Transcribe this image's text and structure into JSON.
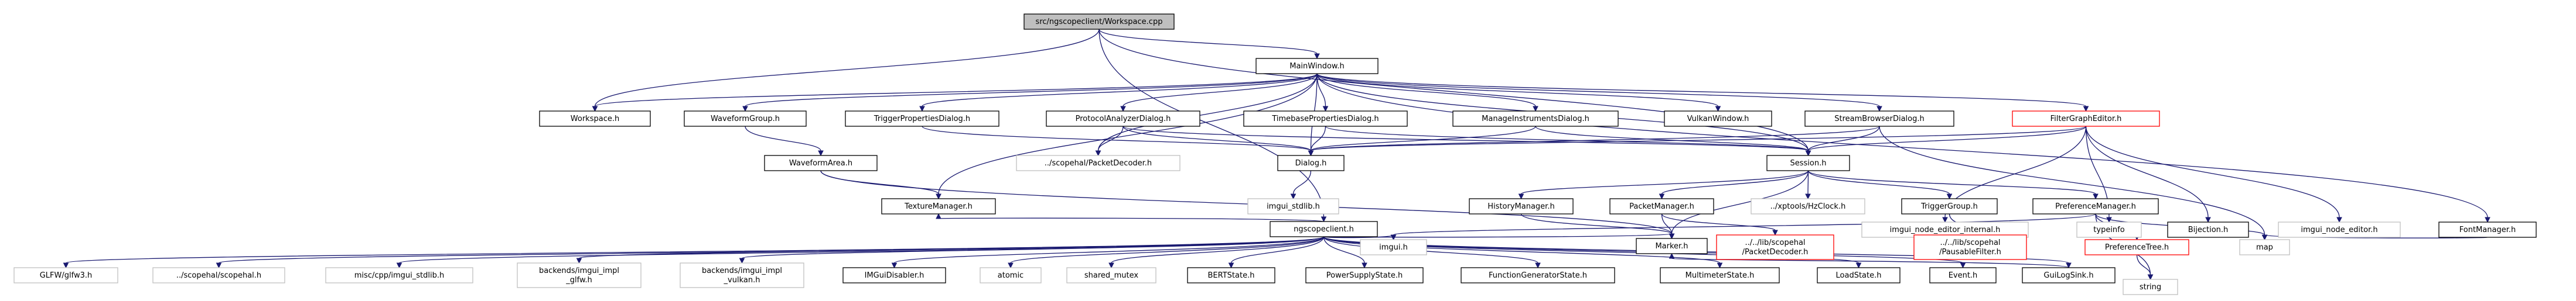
{
  "colors": {
    "root_fill": "#bfbfbf",
    "node_fill": "#ffffff",
    "documented_border": "#000000",
    "external_border": "#bfbfbf",
    "missing_border": "#ff0000",
    "edge": "#191970"
  },
  "nodes": [
    {
      "id": "root",
      "lines": [
        "src/ngscopeclient/Workspace.cpp"
      ],
      "kind": "root"
    },
    {
      "id": "mainwindow",
      "lines": [
        "MainWindow.h"
      ],
      "kind": "documented"
    },
    {
      "id": "ngscopeclient",
      "lines": [
        "ngscopeclient.h"
      ],
      "kind": "documented"
    },
    {
      "id": "workspace_h",
      "lines": [
        "Workspace.h"
      ],
      "kind": "documented"
    },
    {
      "id": "waveformgroup",
      "lines": [
        "WaveformGroup.h"
      ],
      "kind": "documented"
    },
    {
      "id": "triggerprops",
      "lines": [
        "TriggerPropertiesDialog.h"
      ],
      "kind": "documented"
    },
    {
      "id": "protocolanalyzer",
      "lines": [
        "ProtocolAnalyzerDialog.h"
      ],
      "kind": "documented"
    },
    {
      "id": "timebaseprops",
      "lines": [
        "TimebasePropertiesDialog.h"
      ],
      "kind": "documented"
    },
    {
      "id": "manageinstruments",
      "lines": [
        "ManageInstrumentsDialog.h"
      ],
      "kind": "documented"
    },
    {
      "id": "vulkanwindow",
      "lines": [
        "VulkanWindow.h"
      ],
      "kind": "documented"
    },
    {
      "id": "streambrowser",
      "lines": [
        "StreamBrowserDialog.h"
      ],
      "kind": "documented"
    },
    {
      "id": "filtergrapheditor",
      "lines": [
        "FilterGraphEditor.h"
      ],
      "kind": "missing"
    },
    {
      "id": "waveformarea",
      "lines": [
        "WaveformArea.h"
      ],
      "kind": "documented"
    },
    {
      "id": "packetdecoder_scopehal",
      "lines": [
        "../scopehal/PacketDecoder.h"
      ],
      "kind": "external"
    },
    {
      "id": "dialog",
      "lines": [
        "Dialog.h"
      ],
      "kind": "documented"
    },
    {
      "id": "session",
      "lines": [
        "Session.h"
      ],
      "kind": "documented"
    },
    {
      "id": "imgui_node_editor_internal",
      "lines": [
        "imgui_node_editor_internal.h"
      ],
      "kind": "external"
    },
    {
      "id": "typeinfo",
      "lines": [
        "typeinfo"
      ],
      "kind": "external"
    },
    {
      "id": "bijection",
      "lines": [
        "Bijection.h"
      ],
      "kind": "documented"
    },
    {
      "id": "imgui_node_editor",
      "lines": [
        "imgui_node_editor.h"
      ],
      "kind": "external"
    },
    {
      "id": "fontmanager",
      "lines": [
        "FontManager.h"
      ],
      "kind": "documented"
    },
    {
      "id": "glfw",
      "lines": [
        "GLFW/glfw3.h"
      ],
      "kind": "external"
    },
    {
      "id": "scopehal_h",
      "lines": [
        "../scopehal/scopehal.h"
      ],
      "kind": "external"
    },
    {
      "id": "imgui_stdlib_misc",
      "lines": [
        "misc/cpp/imgui_stdlib.h"
      ],
      "kind": "external"
    },
    {
      "id": "imgui_impl_glfw",
      "lines": [
        "backends/imgui_impl",
        "_glfw.h"
      ],
      "kind": "external"
    },
    {
      "id": "imgui_impl_vulkan",
      "lines": [
        "backends/imgui_impl",
        "_vulkan.h"
      ],
      "kind": "external"
    },
    {
      "id": "imguidisabler",
      "lines": [
        "IMGuiDisabler.h"
      ],
      "kind": "documented"
    },
    {
      "id": "atomic",
      "lines": [
        "atomic"
      ],
      "kind": "external"
    },
    {
      "id": "shared_mutex",
      "lines": [
        "shared_mutex"
      ],
      "kind": "external"
    },
    {
      "id": "bertstate",
      "lines": [
        "BERTState.h"
      ],
      "kind": "documented"
    },
    {
      "id": "powersupplystate",
      "lines": [
        "PowerSupplyState.h"
      ],
      "kind": "documented"
    },
    {
      "id": "functiongenstate",
      "lines": [
        "FunctionGeneratorState.h"
      ],
      "kind": "documented"
    },
    {
      "id": "multimeterstate",
      "lines": [
        "MultimeterState.h"
      ],
      "kind": "documented"
    },
    {
      "id": "loadstate",
      "lines": [
        "LoadState.h"
      ],
      "kind": "documented"
    },
    {
      "id": "event",
      "lines": [
        "Event.h"
      ],
      "kind": "documented"
    },
    {
      "id": "guilogsink",
      "lines": [
        "GuiLogSink.h"
      ],
      "kind": "documented"
    },
    {
      "id": "texturemanager",
      "lines": [
        "TextureManager.h"
      ],
      "kind": "documented"
    },
    {
      "id": "imgui_stdlib",
      "lines": [
        "imgui_stdlib.h"
      ],
      "kind": "external"
    },
    {
      "id": "historymanager",
      "lines": [
        "HistoryManager.h"
      ],
      "kind": "documented"
    },
    {
      "id": "packetmanager",
      "lines": [
        "PacketManager.h"
      ],
      "kind": "documented"
    },
    {
      "id": "hzclock",
      "lines": [
        "../xptools/HzClock.h"
      ],
      "kind": "external"
    },
    {
      "id": "triggergroup",
      "lines": [
        "TriggerGroup.h"
      ],
      "kind": "documented"
    },
    {
      "id": "preferencemanager",
      "lines": [
        "PreferenceManager.h"
      ],
      "kind": "documented"
    },
    {
      "id": "imgui_h",
      "lines": [
        "imgui.h"
      ],
      "kind": "external"
    },
    {
      "id": "marker",
      "lines": [
        "Marker.h"
      ],
      "kind": "documented"
    },
    {
      "id": "packetdecoder_lib",
      "lines": [
        "../../lib/scopehal",
        "/PacketDecoder.h"
      ],
      "kind": "missing"
    },
    {
      "id": "pausablefilter",
      "lines": [
        "../../lib/scopehal",
        "/PausableFilter.h"
      ],
      "kind": "missing"
    },
    {
      "id": "preferencetree",
      "lines": [
        "PreferenceTree.h"
      ],
      "kind": "missing"
    },
    {
      "id": "map",
      "lines": [
        "map"
      ],
      "kind": "external"
    },
    {
      "id": "string",
      "lines": [
        "string"
      ],
      "kind": "external"
    }
  ],
  "edges": [
    [
      "root",
      "mainwindow"
    ],
    [
      "root",
      "ngscopeclient"
    ],
    [
      "root",
      "workspace_h"
    ],
    [
      "root",
      "session"
    ],
    [
      "mainwindow",
      "workspace_h"
    ],
    [
      "mainwindow",
      "waveformgroup"
    ],
    [
      "mainwindow",
      "triggerprops"
    ],
    [
      "mainwindow",
      "protocolanalyzer"
    ],
    [
      "mainwindow",
      "timebaseprops"
    ],
    [
      "mainwindow",
      "manageinstruments"
    ],
    [
      "mainwindow",
      "vulkanwindow"
    ],
    [
      "mainwindow",
      "streambrowser"
    ],
    [
      "mainwindow",
      "filtergrapheditor"
    ],
    [
      "mainwindow",
      "fontmanager"
    ],
    [
      "mainwindow",
      "dialog"
    ],
    [
      "mainwindow",
      "session"
    ],
    [
      "mainwindow",
      "texturemanager"
    ],
    [
      "mainwindow",
      "packetdecoder_scopehal"
    ],
    [
      "waveformgroup",
      "waveformarea"
    ],
    [
      "waveformarea",
      "texturemanager"
    ],
    [
      "waveformarea",
      "marker"
    ],
    [
      "triggerprops",
      "dialog"
    ],
    [
      "protocolanalyzer",
      "dialog"
    ],
    [
      "protocolanalyzer",
      "packetdecoder_scopehal"
    ],
    [
      "protocolanalyzer",
      "session"
    ],
    [
      "timebaseprops",
      "dialog"
    ],
    [
      "timebaseprops",
      "session"
    ],
    [
      "manageinstruments",
      "dialog"
    ],
    [
      "manageinstruments",
      "session"
    ],
    [
      "streambrowser",
      "dialog"
    ],
    [
      "streambrowser",
      "session"
    ],
    [
      "streambrowser",
      "map"
    ],
    [
      "filtergrapheditor",
      "dialog"
    ],
    [
      "filtergrapheditor",
      "session"
    ],
    [
      "filtergrapheditor",
      "imgui_node_editor_internal"
    ],
    [
      "filtergrapheditor",
      "typeinfo"
    ],
    [
      "filtergrapheditor",
      "bijection"
    ],
    [
      "filtergrapheditor",
      "imgui_node_editor"
    ],
    [
      "dialog",
      "imgui_stdlib"
    ],
    [
      "session",
      "historymanager"
    ],
    [
      "session",
      "packetmanager"
    ],
    [
      "session",
      "hzclock"
    ],
    [
      "session",
      "triggergroup"
    ],
    [
      "session",
      "preferencemanager"
    ],
    [
      "session",
      "marker"
    ],
    [
      "historymanager",
      "marker"
    ],
    [
      "packetmanager",
      "marker"
    ],
    [
      "packetmanager",
      "packetdecoder_lib"
    ],
    [
      "triggergroup",
      "pausablefilter"
    ],
    [
      "preferencemanager",
      "imgui_h"
    ],
    [
      "preferencemanager",
      "preferencetree"
    ],
    [
      "preferencemanager",
      "map"
    ],
    [
      "preferencemanager",
      "string"
    ],
    [
      "preferencetree",
      "string"
    ],
    [
      "fontmanager",
      "map"
    ],
    [
      "ngscopeclient",
      "glfw"
    ],
    [
      "ngscopeclient",
      "scopehal_h"
    ],
    [
      "ngscopeclient",
      "imgui_stdlib_misc"
    ],
    [
      "ngscopeclient",
      "imgui_impl_glfw"
    ],
    [
      "ngscopeclient",
      "imgui_impl_vulkan"
    ],
    [
      "ngscopeclient",
      "imguidisabler"
    ],
    [
      "ngscopeclient",
      "atomic"
    ],
    [
      "ngscopeclient",
      "shared_mutex"
    ],
    [
      "ngscopeclient",
      "bertstate"
    ],
    [
      "ngscopeclient",
      "powersupplystate"
    ],
    [
      "ngscopeclient",
      "functiongenstate"
    ],
    [
      "ngscopeclient",
      "multimeterstate"
    ],
    [
      "ngscopeclient",
      "loadstate"
    ],
    [
      "ngscopeclient",
      "event"
    ],
    [
      "ngscopeclient",
      "guilogsink"
    ],
    [
      "ngscopeclient",
      "texturemanager"
    ],
    [
      "ngscopeclient",
      "imgui_h"
    ],
    [
      "ngscopeclient",
      "marker"
    ],
    [
      "guilogsink",
      "marker"
    ]
  ]
}
